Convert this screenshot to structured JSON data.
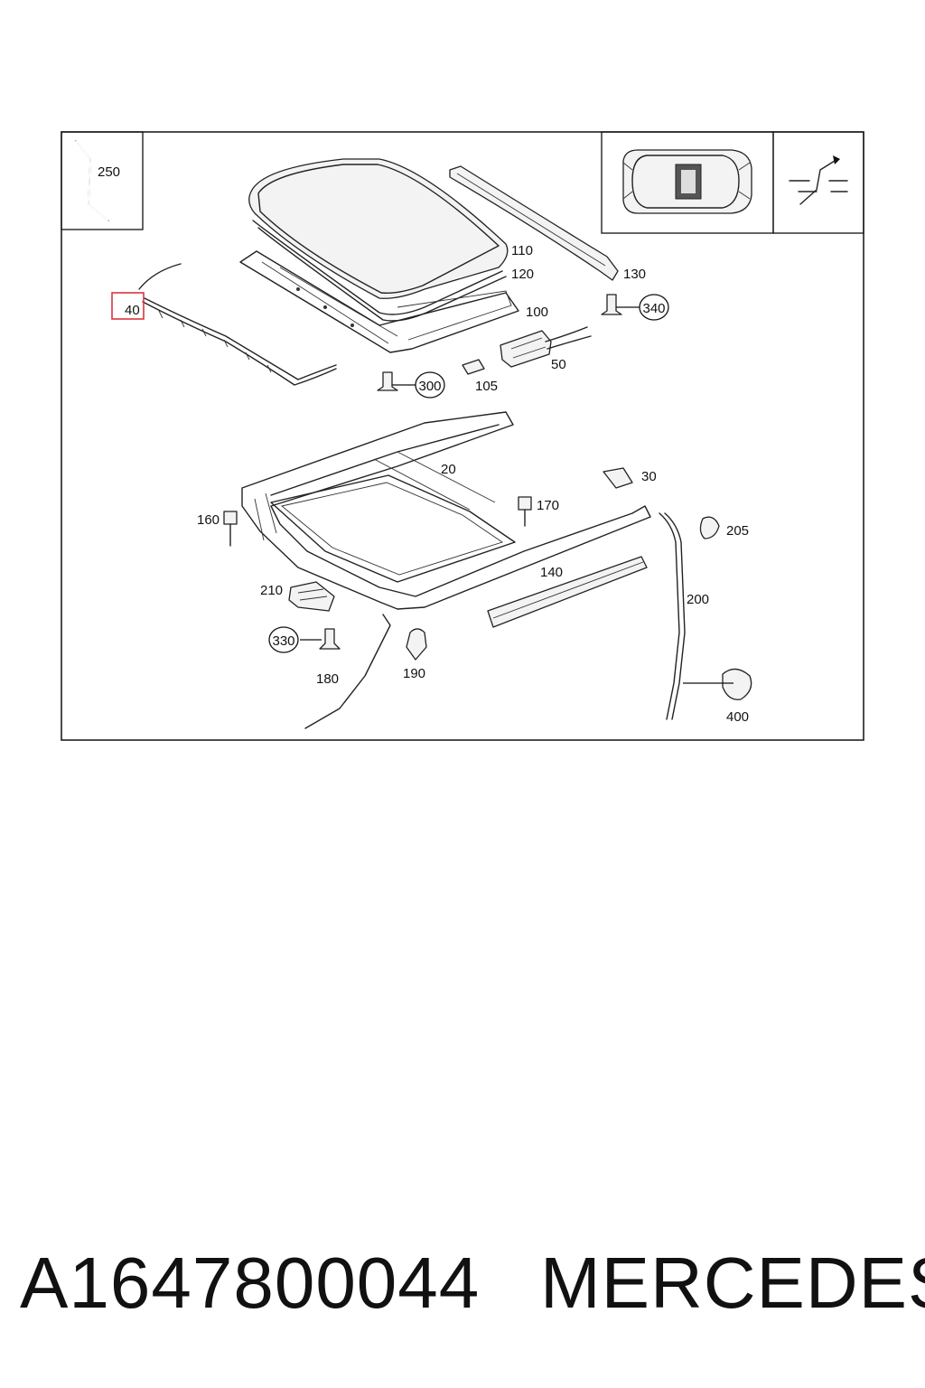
{
  "callouts": {
    "c250": "250",
    "c40": "40",
    "c110": "110",
    "c120": "120",
    "c100": "100",
    "c130": "130",
    "c340": "340",
    "c50": "50",
    "c300": "300",
    "c105": "105",
    "c20": "20",
    "c30": "30",
    "c160": "160",
    "c170": "170",
    "c205": "205",
    "c140": "140",
    "c210": "210",
    "c200": "200",
    "c330": "330",
    "c180": "180",
    "c190": "190",
    "c400": "400"
  },
  "highlighted_part": "40",
  "highlight_color": "#d9363e",
  "footer": {
    "part_number": "A1647800044",
    "brand": "MERCEDES"
  }
}
